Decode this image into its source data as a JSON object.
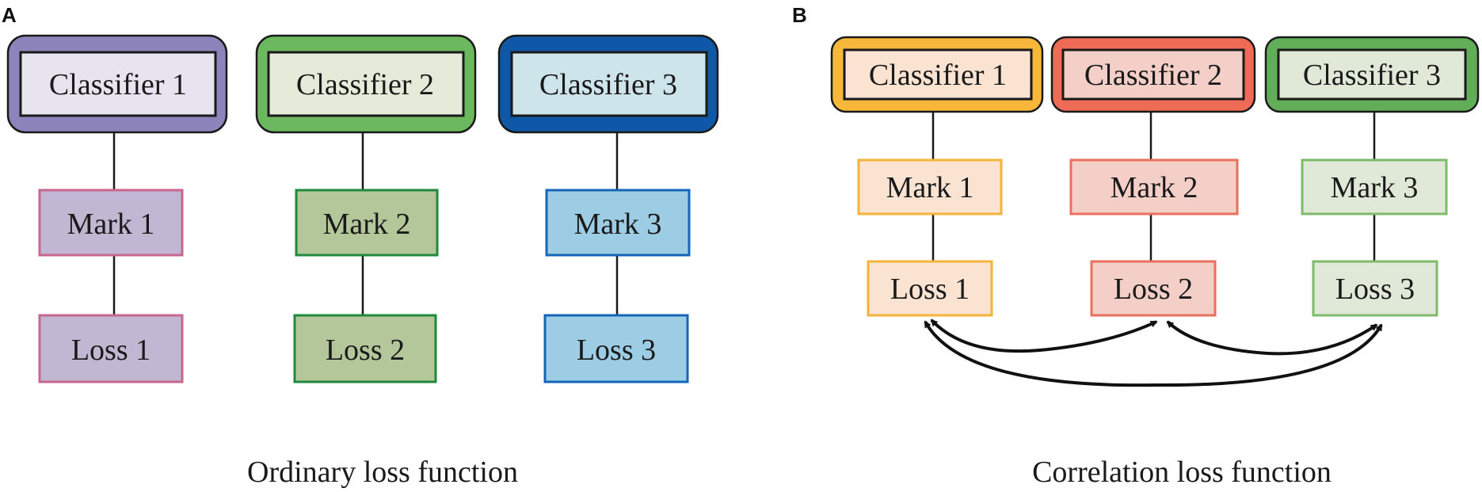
{
  "panel_a": {
    "letter": "A",
    "caption": "Ordinary loss function",
    "columns": [
      {
        "classifier": "Classifier 1",
        "mark": "Mark 1",
        "loss": "Loss 1",
        "outer_fill": "#8c84bb",
        "inner_fill": "#e8e4ef",
        "box_fill": "#c1b7d2",
        "box_stroke": "#c9668f"
      },
      {
        "classifier": "Classifier 2",
        "mark": "Mark 2",
        "loss": "Loss 2",
        "outer_fill": "#6cb85e",
        "inner_fill": "#e4ecd9",
        "box_fill": "#b3c79a",
        "box_stroke": "#1e8a3c"
      },
      {
        "classifier": "Classifier 3",
        "mark": "Mark 3",
        "loss": "Loss 3",
        "outer_fill": "#0f57a7",
        "inner_fill": "#cde4ea",
        "box_fill": "#9ccde4",
        "box_stroke": "#1565b8"
      }
    ]
  },
  "panel_b": {
    "letter": "B",
    "caption": "Correlation loss function",
    "columns": [
      {
        "classifier": "Classifier 1",
        "mark": "Mark 1",
        "loss": "Loss 1",
        "outer_fill": "#f7b73a",
        "inner_fill": "#fbe3d2",
        "box_fill": "#fbe3d2",
        "box_stroke": "#f4b43a"
      },
      {
        "classifier": "Classifier 2",
        "mark": "Mark 2",
        "loss": "Loss 2",
        "outer_fill": "#ee6b56",
        "inner_fill": "#f3cfc8",
        "box_fill": "#f3cfc8",
        "box_stroke": "#e8705c"
      },
      {
        "classifier": "Classifier 3",
        "mark": "Mark 3",
        "loss": "Loss 3",
        "outer_fill": "#62ae58",
        "inner_fill": "#e0e8d7",
        "box_fill": "#e0e8d7",
        "box_stroke": "#7dbb6a"
      }
    ]
  },
  "colors": {
    "line": "#1a1a1a",
    "arrow": "#111111"
  }
}
